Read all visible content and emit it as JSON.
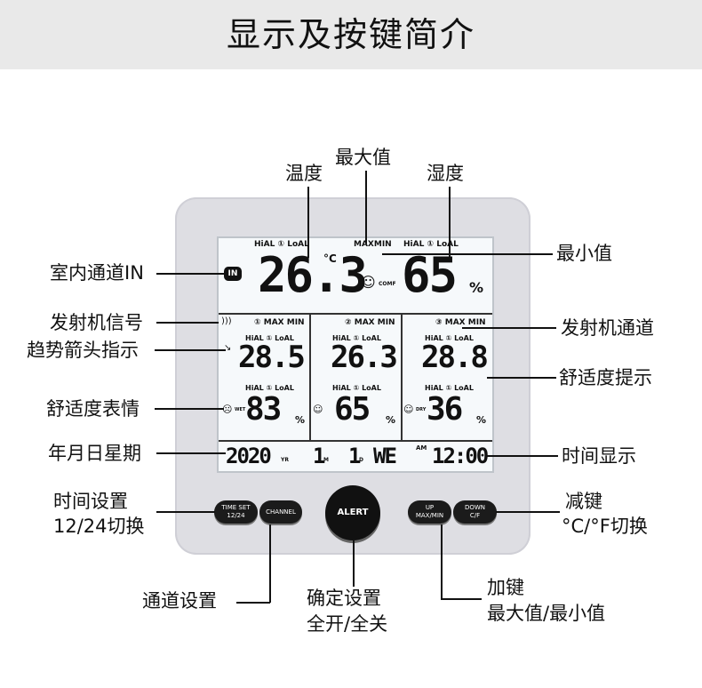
{
  "header": {
    "title": "显示及按键简介"
  },
  "labels": {
    "temp": "温度",
    "max": "最大值",
    "humidity": "湿度",
    "min": "最小值",
    "indoor": "室内通道IN",
    "transmitter_signal": "发射机信号",
    "transmitter_channel": "发射机通道",
    "trend": "趋势箭头指示",
    "comfort_hint": "舒适度提示",
    "comfort_face": "舒适度表情",
    "date": "年月日星期",
    "time_display": "时间显示",
    "time_set_1": "时间设置",
    "time_set_2": "12/24切换",
    "minus_1": "减键",
    "minus_2": "°C/°F切换",
    "channel_set": "通道设置",
    "confirm_1": "确定设置",
    "confirm_2": "全开/全关",
    "plus_1": "加键",
    "plus_2": "最大值/最小值"
  },
  "lcd": {
    "hi_lo": "HiAL ① LoAL",
    "maxmin": "MAXMIN",
    "in_badge": "IN",
    "indoor_temp": "26.3",
    "indoor_temp_unit": "°C",
    "comf": "COMF",
    "indoor_hum": "65",
    "pct": "%",
    "ch1": "① MAX MIN",
    "ch2": "② MAX MIN",
    "ch3": "③ MAX MIN",
    "ch_hi_lo": "HiAL ① LoAL",
    "ch1_temp": "28.5",
    "ch2_temp": "26.3",
    "ch3_temp": "28.8",
    "ch1_hum": "83",
    "ch2_hum": "65",
    "ch3_hum": "36",
    "wet": "WET",
    "dry": "DRY",
    "year": "2020",
    "yr": "YR",
    "month": "1",
    "m": "M",
    "day": "1",
    "d": "D",
    "weekday": "WE",
    "am": "AM",
    "time": "12:00"
  },
  "buttons": {
    "time_set_1": "TIME SET",
    "time_set_2": "12/24",
    "channel": "CHANNEL",
    "alert": "ALERT",
    "up_1": "UP",
    "up_2": "MAX/MIN",
    "down_1": "DOWN",
    "down_2": "C/F"
  }
}
